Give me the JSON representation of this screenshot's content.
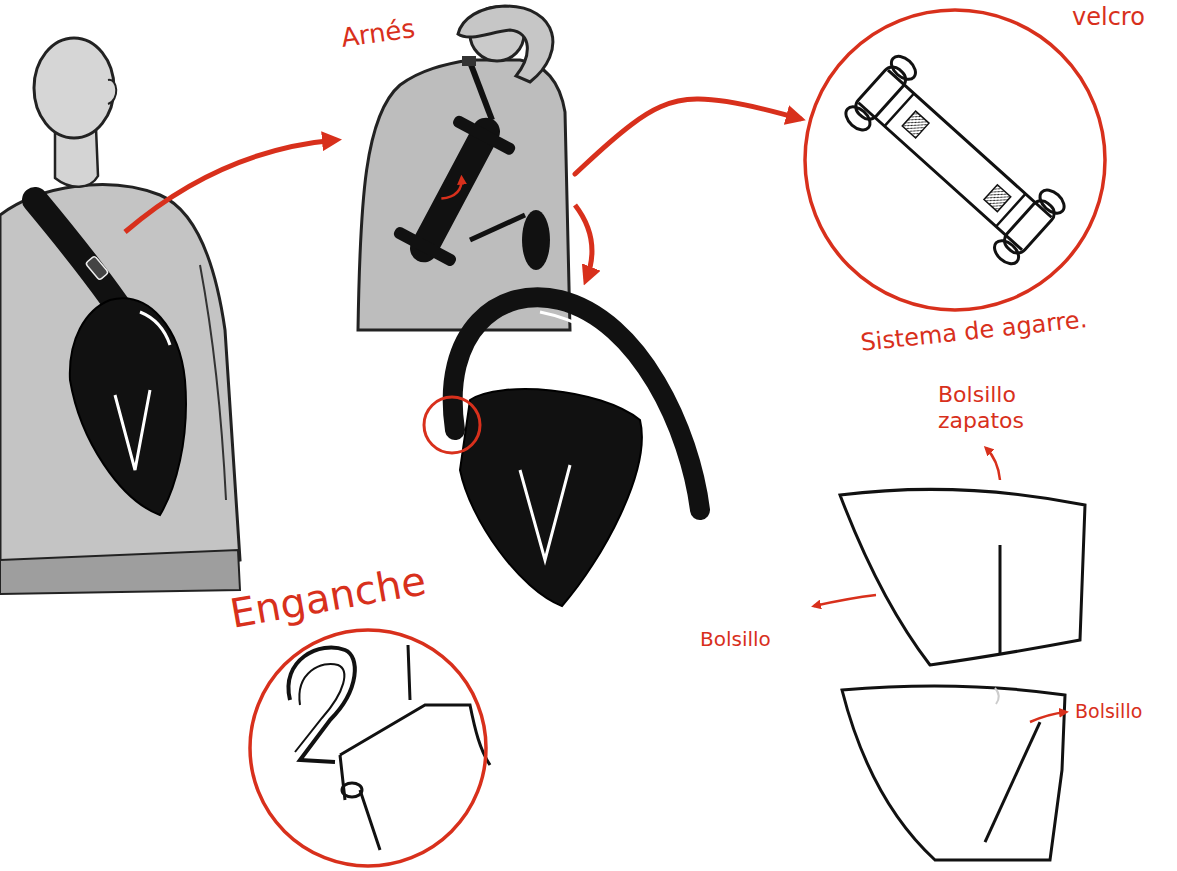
{
  "diagram": {
    "nodes": [
      {
        "text": [
          "Arnés"
        ]
      },
      {
        "text": [
          "velcro",
          "Sistema de agarre."
        ]
      },
      {
        "text": [
          "Enganche"
        ]
      }
    ],
    "edges": [
      {
        "from": 0,
        "to": 1,
        "arrow": "to"
      }
    ],
    "labels": [
      "Bolsillo zapatos",
      "Bolsillo",
      "Bolsillo"
    ]
  }
}
